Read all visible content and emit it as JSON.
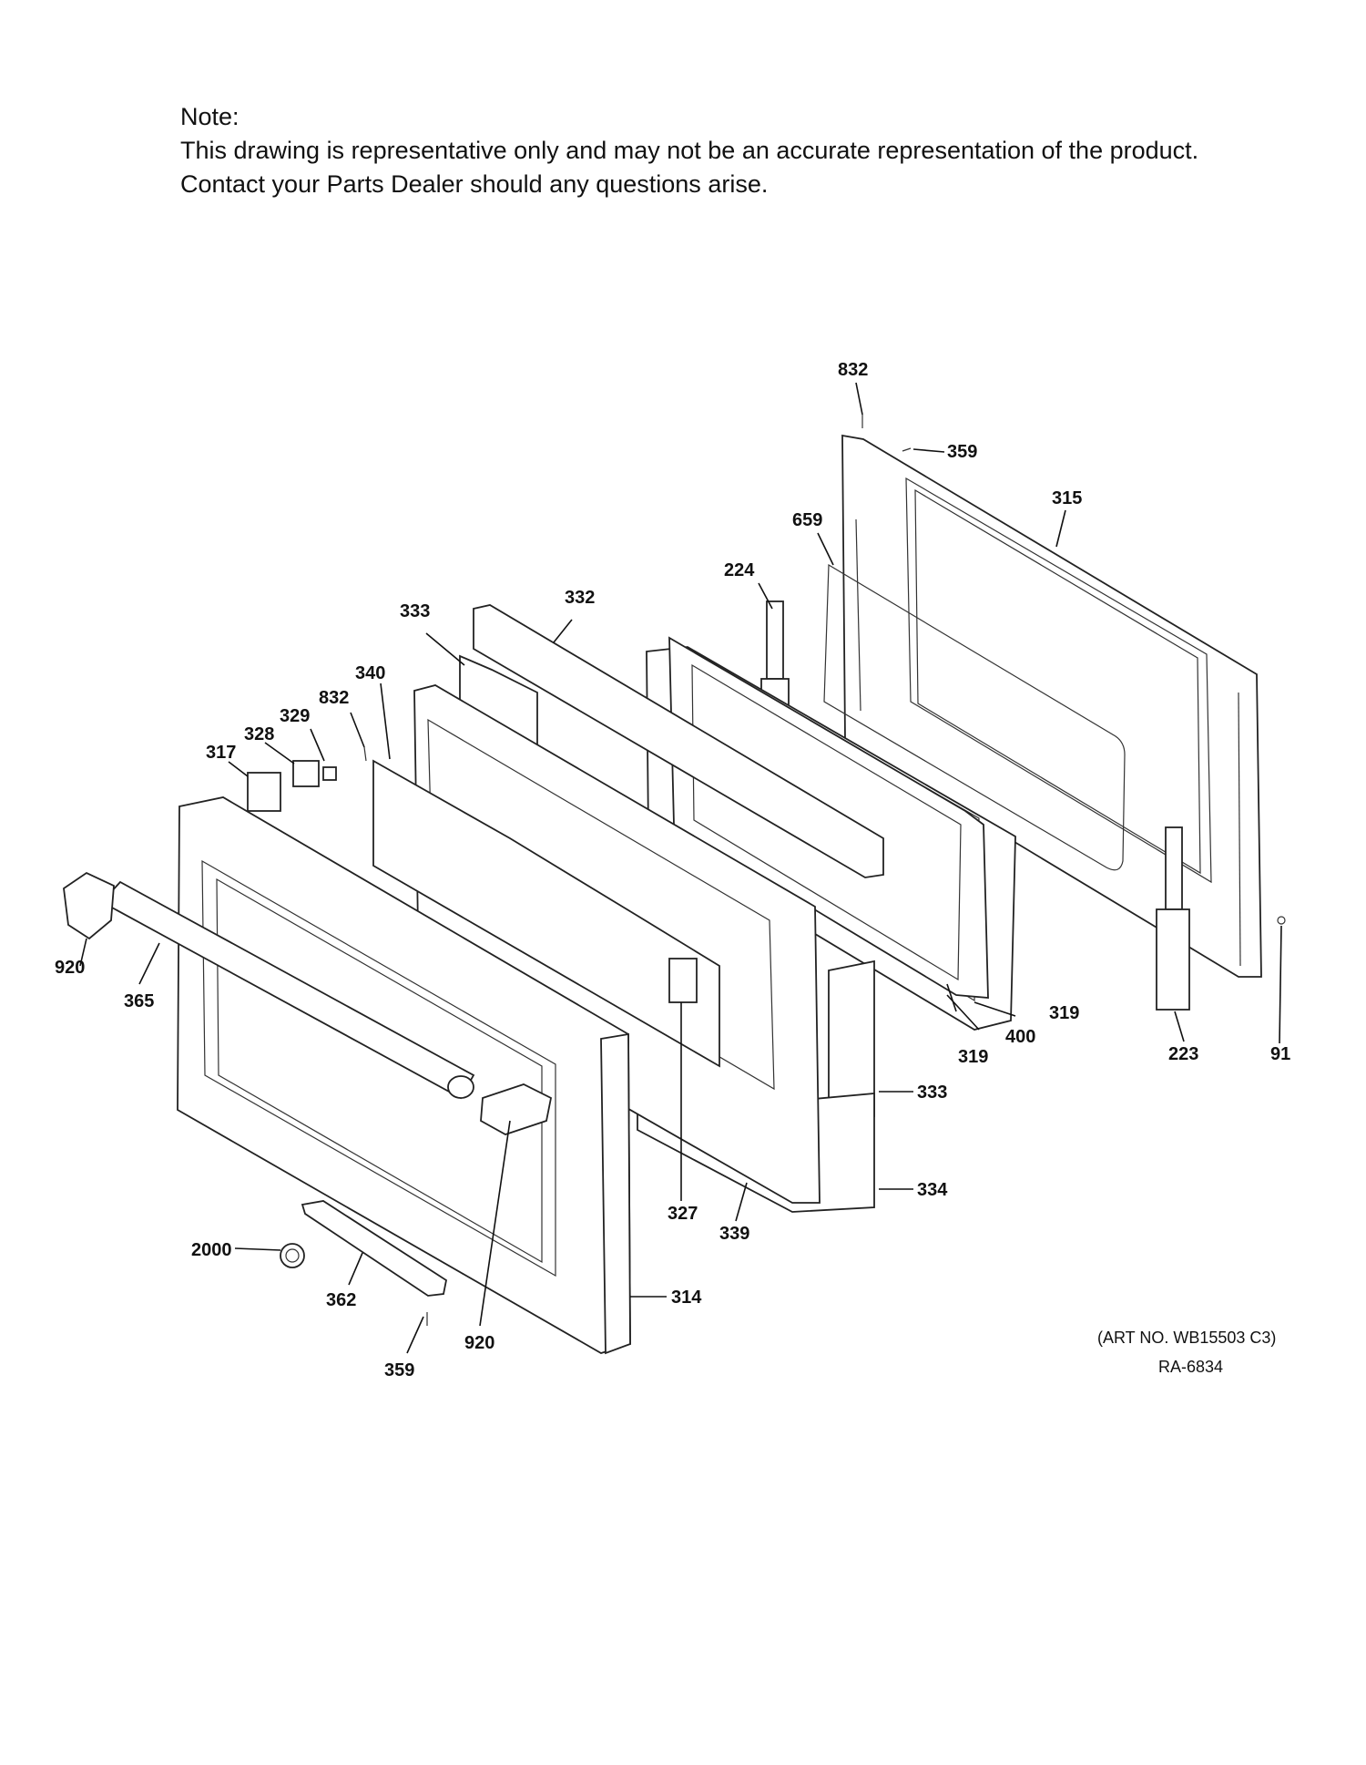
{
  "note": {
    "heading": "Note:",
    "line1": "This drawing is representative only and may not be an accurate representation of the product.",
    "line2": "Contact your Parts Dealer should any questions arise."
  },
  "callouts": [
    {
      "id": "c832a",
      "text": "832"
    },
    {
      "id": "c359a",
      "text": "359"
    },
    {
      "id": "c315",
      "text": "315"
    },
    {
      "id": "c659",
      "text": "659"
    },
    {
      "id": "c224",
      "text": "224"
    },
    {
      "id": "c332",
      "text": "332"
    },
    {
      "id": "c333a",
      "text": "333"
    },
    {
      "id": "c340",
      "text": "340"
    },
    {
      "id": "c832b",
      "text": "832"
    },
    {
      "id": "c329",
      "text": "329"
    },
    {
      "id": "c328",
      "text": "328"
    },
    {
      "id": "c317",
      "text": "317"
    },
    {
      "id": "c920a",
      "text": "920"
    },
    {
      "id": "c365",
      "text": "365"
    },
    {
      "id": "c319a",
      "text": "319"
    },
    {
      "id": "c400",
      "text": "400"
    },
    {
      "id": "c319b",
      "text": "319"
    },
    {
      "id": "c223",
      "text": "223"
    },
    {
      "id": "c91",
      "text": "91"
    },
    {
      "id": "c333b",
      "text": "333"
    },
    {
      "id": "c334",
      "text": "334"
    },
    {
      "id": "c327",
      "text": "327"
    },
    {
      "id": "c339",
      "text": "339"
    },
    {
      "id": "c2000",
      "text": "2000"
    },
    {
      "id": "c362",
      "text": "362"
    },
    {
      "id": "c314",
      "text": "314"
    },
    {
      "id": "c920b",
      "text": "920"
    },
    {
      "id": "c359b",
      "text": "359"
    }
  ],
  "art_number": "(ART NO. WB15503 C3)",
  "ra_number": "RA-6834"
}
